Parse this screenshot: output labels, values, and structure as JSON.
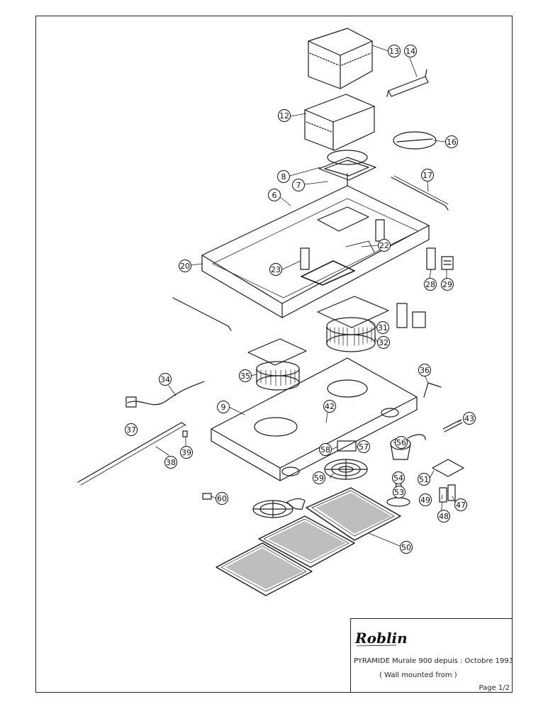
{
  "brand": "Roblin",
  "title_block": {
    "model": "PYRAMIDE Murale 900 depuis   : Octobre 1993",
    "subtitle": "( Wall mounted from )",
    "page": "Page 1/2"
  },
  "part_numbers": [
    "13",
    "14",
    "12",
    "16",
    "8",
    "17",
    "7",
    "6",
    "22",
    "20",
    "23",
    "28",
    "29",
    "31",
    "32",
    "35",
    "36",
    "34",
    "9",
    "42",
    "43",
    "37",
    "39",
    "38",
    "56",
    "58",
    "57",
    "59",
    "51",
    "54",
    "53",
    "60",
    "49",
    "47",
    "48",
    "50"
  ]
}
